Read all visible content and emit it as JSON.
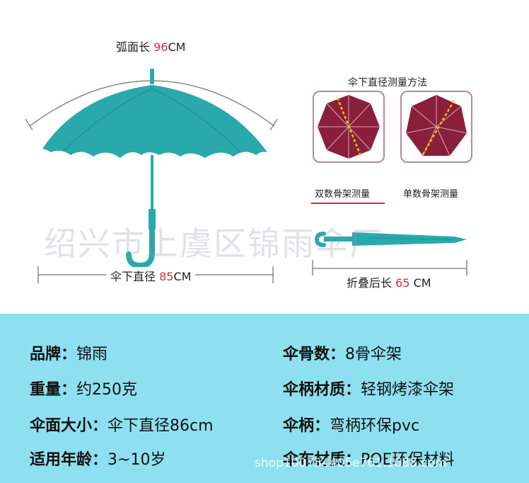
{
  "diagram": {
    "arc_label": "弧面长",
    "arc_value": "96",
    "arc_unit": "CM",
    "diameter_label": "伞下直径",
    "diameter_value": "85",
    "diameter_unit": "CM",
    "method_title": "伞下直径测量方法",
    "method_even": "双数骨架测量",
    "method_odd": "单数骨架测量",
    "folded_label": "折叠后长",
    "folded_value": "65",
    "folded_unit": "CM",
    "watermark": "绍兴市上虞区锦雨伞厂"
  },
  "colors": {
    "canopy": "#2aa9ad",
    "canopy_panel": "#8a1f3c",
    "accent_red": "#d0303a",
    "spec_bg": "#8ee0f0"
  },
  "specs": [
    {
      "key": "品牌：",
      "value": "锦雨"
    },
    {
      "key": "伞骨数：",
      "value": "8骨伞架"
    },
    {
      "key": "重量：",
      "value": "约250克"
    },
    {
      "key": "伞柄材质：",
      "value": "轻钢烤漆伞架"
    },
    {
      "key": "伞面大小：",
      "value": "伞下直径86cm"
    },
    {
      "key": "伞柄：",
      "value": "弯柄环保pvc"
    },
    {
      "key": "适用年龄：",
      "value": "3~10岁"
    },
    {
      "key": "伞布材质：",
      "value": "POE环保材料"
    }
  ],
  "footer": {
    "shop_url": "shop100754405e761.1688.com"
  }
}
